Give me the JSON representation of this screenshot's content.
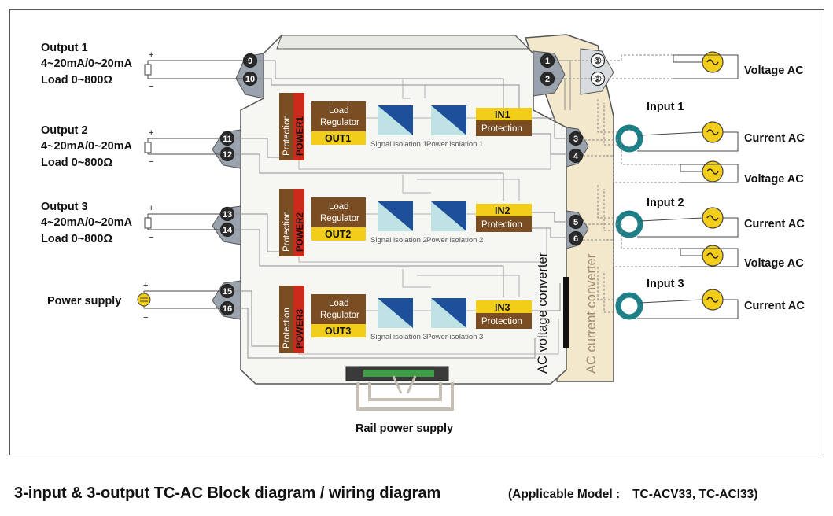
{
  "outputs": [
    {
      "title": "Output 1",
      "range": "4~20mA/0~20mA",
      "load": "Load 0~800Ω",
      "terminals": [
        "9",
        "10"
      ]
    },
    {
      "title": "Output 2",
      "range": "4~20mA/0~20mA",
      "load": "Load 0~800Ω",
      "terminals": [
        "11",
        "12"
      ]
    },
    {
      "title": "Output 3",
      "range": "4~20mA/0~20mA",
      "load": "Load 0~800Ω",
      "terminals": [
        "13",
        "14"
      ]
    }
  ],
  "power_supply": {
    "label": "Power supply",
    "terminals": [
      "15",
      "16"
    ],
    "plus": "+",
    "minus": "−"
  },
  "channels": [
    {
      "protection": "Protection",
      "power": "POWER1",
      "regulator": "Load\nRegulator",
      "out": "OUT1",
      "sig_iso": "Signal isolation 1",
      "pow_iso": "Power isolation 1",
      "in": "IN1",
      "in_protection": "Protection"
    },
    {
      "protection": "Protection",
      "power": "POWER2",
      "regulator": "Load\nRegulator",
      "out": "OUT2",
      "sig_iso": "Signal isolation 2",
      "pow_iso": "Power isolation 2",
      "in": "IN2",
      "in_protection": "Protection"
    },
    {
      "protection": "Protection",
      "power": "POWER3",
      "regulator": "Load\nRegulator",
      "out": "OUT3",
      "sig_iso": "Signal isolation 3",
      "pow_iso": "Power isolation 3",
      "in": "IN3",
      "in_protection": "Protection"
    }
  ],
  "converters": {
    "voltage": "AC voltage converter",
    "current": "AC current converter"
  },
  "inputs": [
    {
      "title": "Input 1",
      "voltage": "Voltage AC",
      "current": "Current AC",
      "terminals": [
        "3",
        "4"
      ]
    },
    {
      "title": "Input 2",
      "voltage": "Voltage AC",
      "current": "Current AC",
      "terminals": [
        "5",
        "6"
      ]
    },
    {
      "title": "Input 3",
      "voltage": "Voltage AC",
      "current": "Current AC"
    }
  ],
  "top_terminals": {
    "dark": [
      "1",
      "2"
    ],
    "light": [
      "①",
      "②"
    ]
  },
  "top_voltage": "Voltage AC",
  "rail": "Rail power supply",
  "polarity": {
    "plus": "+",
    "minus": "−"
  },
  "caption": {
    "main": "3-input & 3-output TC-AC    Block diagram / wiring diagram",
    "model_prefix": "(Applicable Model :",
    "models": "TC-ACV33,  TC-ACI33)"
  },
  "colors": {
    "brown": "#7a4d22",
    "yellow": "#f2cd1a",
    "red": "#cc2a1a",
    "teal": "#1f7f86",
    "iso_blue": "#1d4f9a",
    "iso_light": "#bfe3e5",
    "term_dark": "#2a2a2a",
    "beige": "#efe2c2"
  }
}
